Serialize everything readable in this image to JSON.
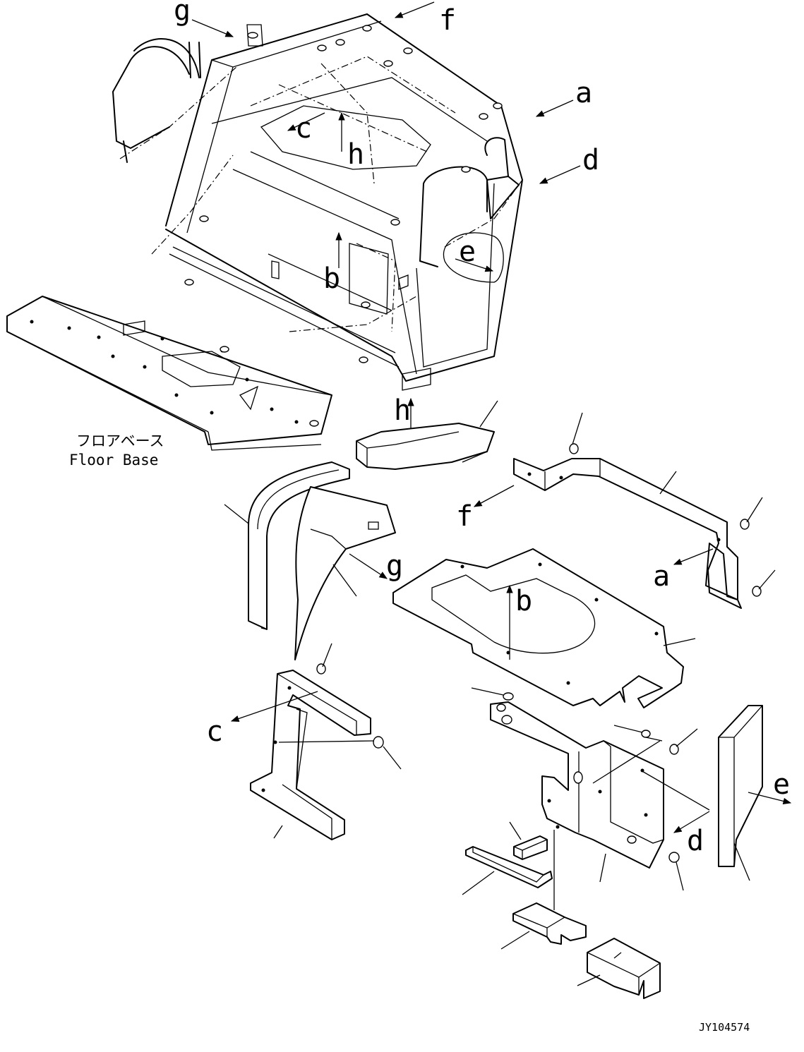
{
  "caption": {
    "japanese": "フロアベース",
    "english": "Floor Base"
  },
  "drawing_code": "JY104574",
  "callout_letters": {
    "a": "a",
    "b": "b",
    "c": "c",
    "d": "d",
    "e": "e",
    "f": "f",
    "g": "g",
    "h": "h"
  }
}
